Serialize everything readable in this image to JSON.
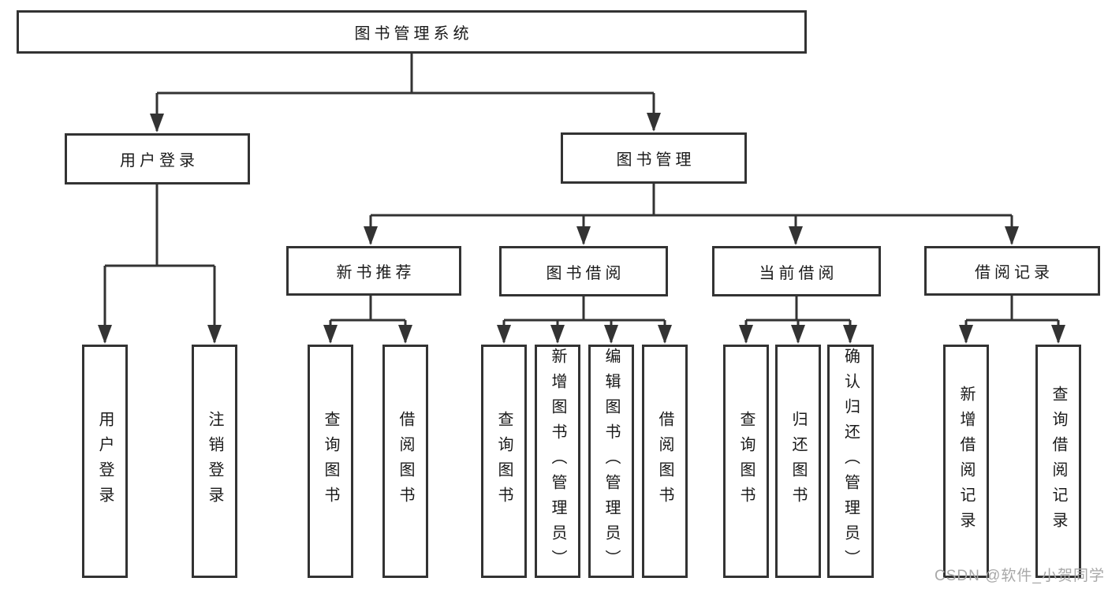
{
  "tree": {
    "label": "图书管理系统",
    "children": [
      {
        "label": "用户登录",
        "children": [
          {
            "label": "用户登录"
          },
          {
            "label": "注销登录"
          }
        ]
      },
      {
        "label": "图书管理",
        "children": [
          {
            "label": "新书推荐",
            "children": [
              {
                "label": "查询图书"
              },
              {
                "label": "借阅图书"
              }
            ]
          },
          {
            "label": "图书借阅",
            "children": [
              {
                "label": "查询图书"
              },
              {
                "label": "新增图书（管理员）"
              },
              {
                "label": "编辑图书（管理员）"
              },
              {
                "label": "借阅图书"
              }
            ]
          },
          {
            "label": "当前借阅",
            "children": [
              {
                "label": "查询图书"
              },
              {
                "label": "归还图书"
              },
              {
                "label": "确认归还（管理员）"
              }
            ]
          },
          {
            "label": "借阅记录",
            "children": [
              {
                "label": "新增借阅记录"
              },
              {
                "label": "查询借阅记录"
              }
            ]
          }
        ]
      }
    ]
  },
  "watermark": {
    "text": "CSDN @软件_小贺同学"
  },
  "colors": {
    "line": "#333333",
    "text": "#1a1a1a",
    "watermark": "#a8a8a8",
    "background": "#ffffff"
  }
}
